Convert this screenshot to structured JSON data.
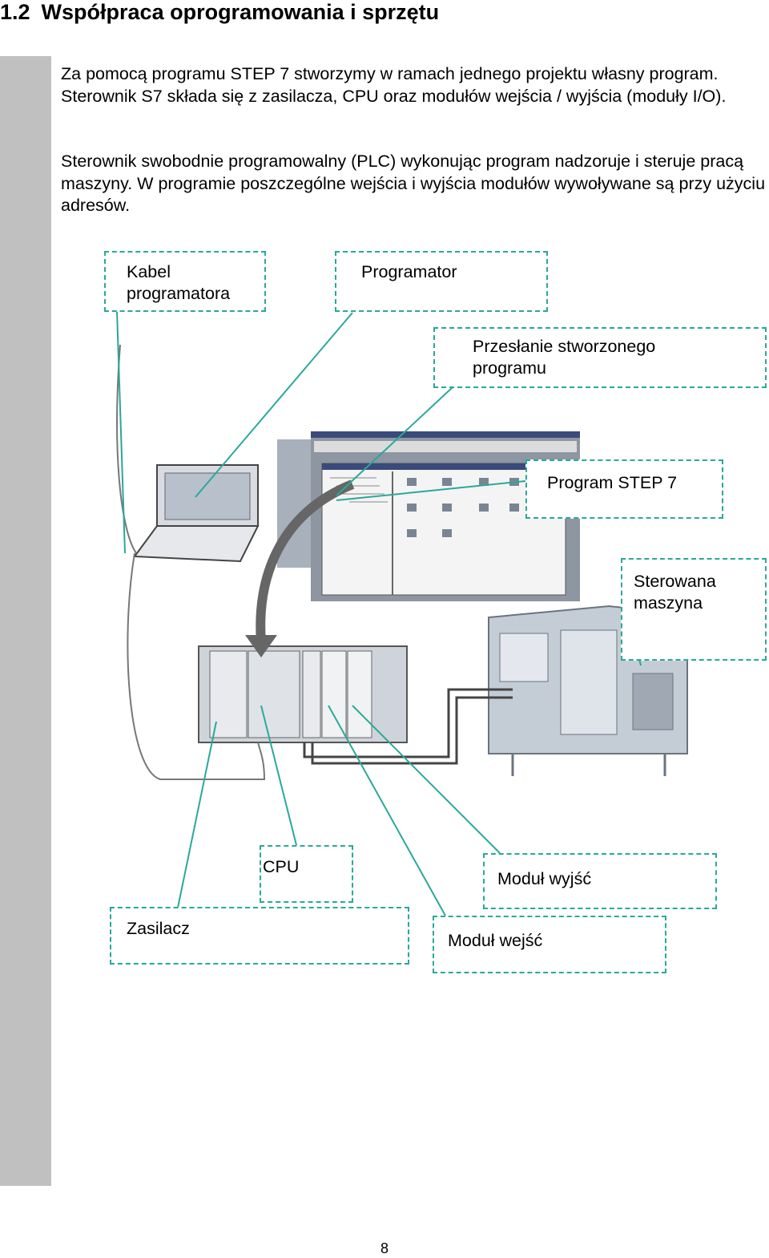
{
  "heading": {
    "number": "1.2",
    "title": "Współpraca oprogramowania i sprzętu"
  },
  "paragraphs": [
    "Za pomocą programu STEP 7 stworzymy w ramach jednego projektu własny program. Sterownik S7 składa się z zasilacza, CPU oraz modułów wejścia / wyjścia (moduły I/O).",
    "Sterownik swobodnie programowalny (PLC) wykonując program nadzoruje i steruje pracą maszyny. W programie poszczególne wejścia i wyjścia modułów wywoływane są przy użyciu adresów."
  ],
  "callouts": {
    "programming_cable": [
      "Kabel",
      "programatora"
    ],
    "programmer": [
      "Programator"
    ],
    "program_transfer": [
      "Przesłanie stworzonego",
      "programu"
    ],
    "step7_program": [
      "Program STEP 7"
    ],
    "controlled_machine": [
      "Sterowana",
      "maszyna"
    ],
    "cpu": [
      "CPU"
    ],
    "output_module": [
      "Moduł wyjść"
    ],
    "power_supply": [
      "Zasilacz"
    ],
    "input_module": [
      "Moduł wejść"
    ]
  },
  "colors": {
    "callout_border": "#2aa89a",
    "sidebar": "#c0c0c0"
  },
  "page_number": "8"
}
